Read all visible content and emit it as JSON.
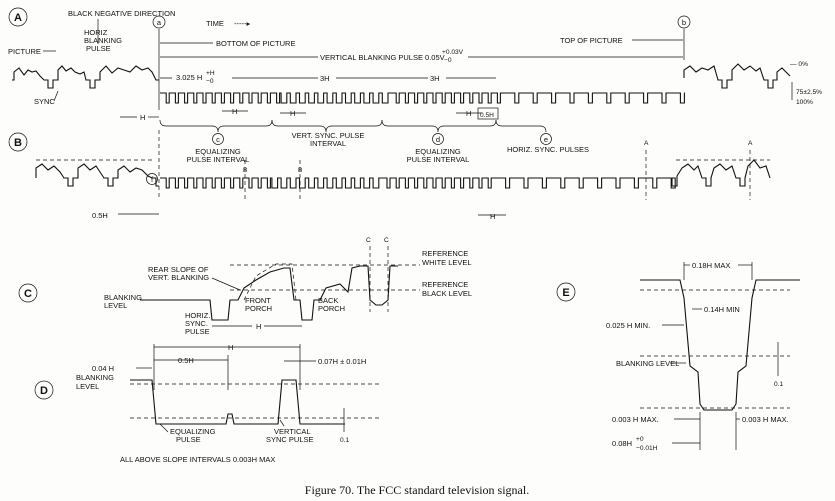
{
  "panels": {
    "A": {
      "letter": "A",
      "labels": {
        "black_negative": "BLACK NEGATIVE DIRECTION",
        "time": "TIME",
        "time_arrow": "-----▸",
        "point_a": "a",
        "point_b": "b",
        "picture": "PICTURE",
        "horiz_blanking_1": "HORIZ",
        "horiz_blanking_2": "BLANKING",
        "horiz_blanking_3": "PULSE",
        "bottom_of_picture": "BOTTOM OF PICTURE",
        "top_of_picture": "TOP OF PICTURE",
        "vertical_blanking": "VERTICAL BLANKING PULSE 0.05V",
        "vertical_blanking_tol_top": "+0.03V",
        "vertical_blanking_tol_bot": "−0",
        "sync": "SYNC",
        "h": "H",
        "interval_1": "3.025 H",
        "interval_1_tol_top": "+H",
        "interval_1_tol_bot": "−0",
        "interval_2": "3H",
        "interval_3": "3H",
        "h_small_1": "H",
        "h_small_2": "H",
        "h_small_3": "H",
        "half_h": "0.5H",
        "pct_0": "— 0%",
        "pct_75": "75±2.5%",
        "pct_100": "100%",
        "point_c": "c",
        "point_d": "d",
        "point_e": "e",
        "eq_interval_1a": "EQUALIZING",
        "eq_interval_1b": "PULSE INTERVAL",
        "vert_sync_1": "VERT. SYNC. PULSE",
        "vert_sync_2": "INTERVAL",
        "eq_interval_2a": "EQUALIZING",
        "eq_interval_2b": "PULSE INTERVAL",
        "horiz_sync": "HORIZ. SYNC. PULSES"
      }
    },
    "B": {
      "letter": "B",
      "labels": {
        "point_f": "f",
        "half_h": "0.5H",
        "marker_b1": "B",
        "marker_b2": "B",
        "marker_a1": "A",
        "marker_a2": "A",
        "h": "H"
      }
    },
    "C": {
      "letter": "C",
      "labels": {
        "rear_slope_1": "REAR SLOPE OF",
        "rear_slope_2": "VERT. BLANKING",
        "blanking_level_1": "BLANKING",
        "blanking_level_2": "LEVEL",
        "front_porch_1": "FRONT",
        "front_porch_2": "PORCH",
        "back_porch_1": "BACK",
        "back_porch_2": "PORCH",
        "horiz_sync_1": "HORIZ.",
        "horiz_sync_2": "SYNC.",
        "horiz_sync_3": "PULSE",
        "h": "H",
        "c1": "C",
        "c2": "C",
        "ref_white_1": "REFERENCE",
        "ref_white_2": "WHITE LEVEL",
        "ref_black_1": "REFERENCE",
        "ref_black_2": "BLACK LEVEL"
      }
    },
    "D": {
      "letter": "D",
      "labels": {
        "blanking_level_1": "BLANKING",
        "blanking_level_2": "LEVEL",
        "w_004": "0.04 H",
        "w_05": "0.5H",
        "h": "H",
        "w_007": "0.07H ± 0.01H",
        "equalizing_1": "EQUALIZING",
        "equalizing_2": "PULSE",
        "vertical_sync_1": "VERTICAL",
        "vertical_sync_2": "SYNC PULSE",
        "level_01": "0.1",
        "footnote": "ALL ABOVE SLOPE INTERVALS 0.003H MAX"
      }
    },
    "E": {
      "letter": "E",
      "labels": {
        "max_018": "0.18H MAX",
        "min_014": "0.14H MIN",
        "min_0025": "0.025 H MIN.",
        "blanking_level": "BLANKING LEVEL",
        "level_01": "0.1",
        "max_0003_left": "0.003 H MAX.",
        "max_0003_right": "0.003 H MAX.",
        "w_008": "0.08H",
        "w_008_tol_top": "+0",
        "w_008_tol_bot": "−0.01H"
      }
    }
  },
  "caption": "Figure 70.  The FCC standard television signal."
}
